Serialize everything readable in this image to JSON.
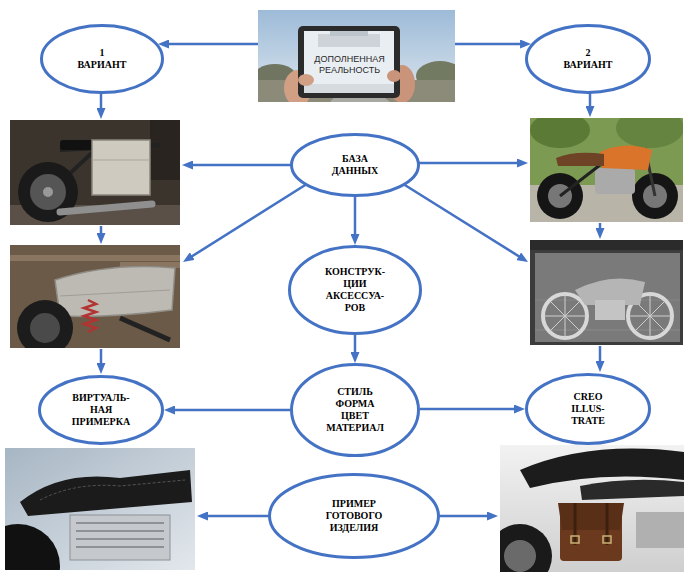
{
  "diagram": {
    "nodes": [
      {
        "text": [
          "1 ВАРИАНТ"
        ]
      },
      {
        "text": [
          "ДОПОЛНЕННАЯ РЕАЛЬНОСТЬ"
        ]
      },
      {
        "text": [
          "2 ВАРИАНТ"
        ]
      },
      {
        "text": [
          "БАЗА ДАННЫХ"
        ]
      },
      {
        "text": [
          "КОНСТРУК- ЦИИ АКСЕССУА- РОВ"
        ]
      },
      {
        "text": [
          "ВИРТУАЛЬ- НАЯ ПРИМЕРКА"
        ]
      },
      {
        "text": [
          "СТИЛЬ ФОРМА ЦВЕТ МАТЕРИАЛ"
        ]
      },
      {
        "text": [
          "CREO ILLUS- TRATE"
        ]
      },
      {
        "text": [
          "ПРИМЕР ГОТОВОГО ИЗДЕЛИЯ"
        ]
      }
    ],
    "edges": [
      {
        "from": 1,
        "to": 0,
        "arrow": "to"
      },
      {
        "from": 1,
        "to": 2,
        "arrow": "to"
      },
      {
        "from": 3,
        "to": 4,
        "arrow": "to"
      },
      {
        "from": 4,
        "to": 6,
        "arrow": "to"
      },
      {
        "from": 6,
        "to": 5,
        "arrow": "to"
      },
      {
        "from": 6,
        "to": 7,
        "arrow": "to"
      }
    ]
  }
}
